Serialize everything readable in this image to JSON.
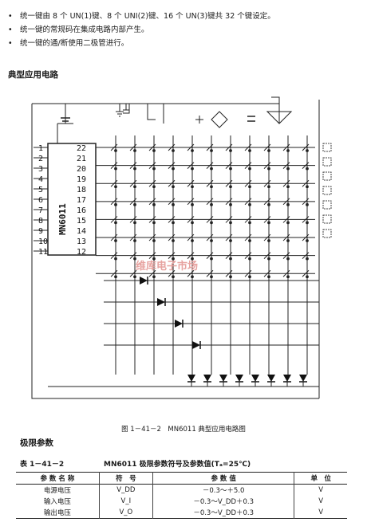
{
  "bullets": [
    "统一键由 8 个 UN(1)键、8 个 UNI(2)键、16 个 UN(3)键共 32 个键设定。",
    "统一键的常规码在集成电路内部产生。",
    "统一键的通/断使用二极管进行。"
  ],
  "bullet_symbol": "•",
  "section_circuit": "典型应用电路",
  "chip": {
    "name": "MN6011",
    "left_pins": [
      "1",
      "2",
      "3",
      "4",
      "5",
      "6",
      "7",
      "8",
      "9",
      "10",
      "11"
    ],
    "right_pins": [
      "22",
      "21",
      "20",
      "19",
      "18",
      "17",
      "16",
      "15",
      "14",
      "13",
      "12"
    ]
  },
  "watermark": "维库电子市场",
  "figure_caption": "图 1－41－2　MN6011 典型应用电路图",
  "section_limits": "极限参数",
  "table": {
    "label": "表 1－41－2",
    "caption": "MN6011 极限参数符号及参数值(Tₐ=25℃)",
    "headers": [
      "参 数 名 称",
      "符　号",
      "参 数 值",
      "单　位"
    ],
    "rows": [
      [
        "电源电压",
        "V_DD",
        "－0.3～＋5.0",
        "V"
      ],
      [
        "输入电压",
        "V_I",
        "－0.3～V_DD＋0.3",
        "V"
      ],
      [
        "输出电压",
        "V_O",
        "－0.3～V_DD＋0.3",
        "V"
      ]
    ]
  }
}
